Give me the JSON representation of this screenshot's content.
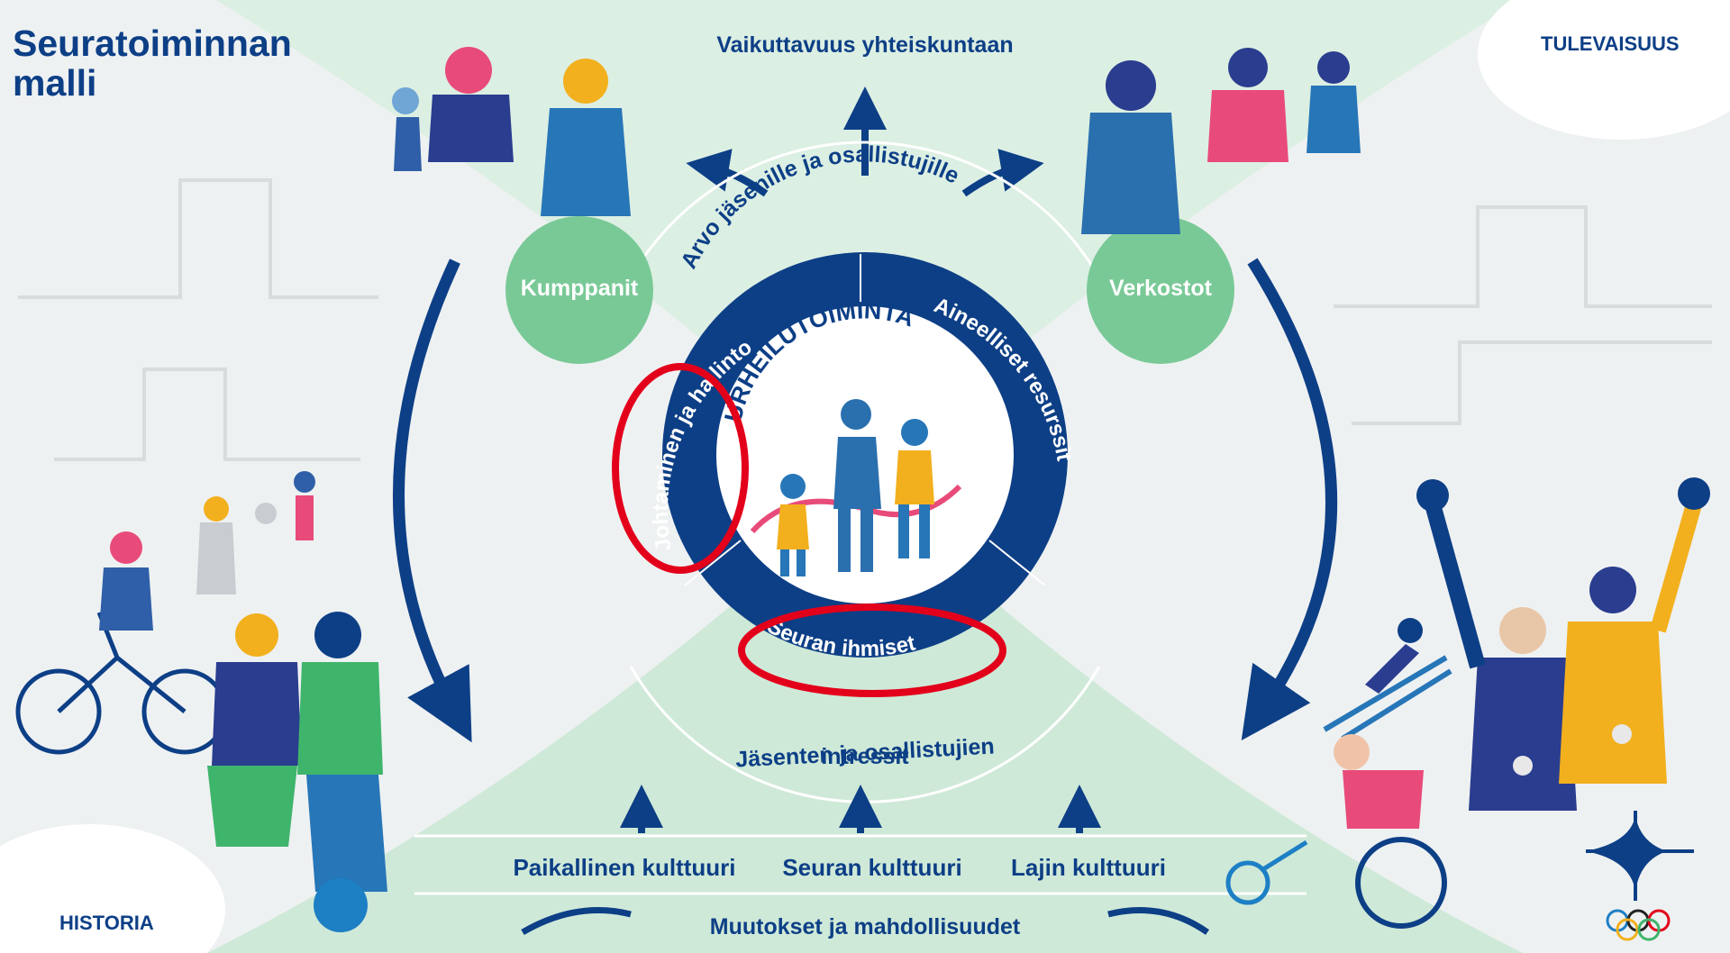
{
  "title": "Seuratoiminnan malli",
  "corners": {
    "left": "HISTORIA",
    "right": "TULEVAISUUS"
  },
  "top_label": "Vaikuttavuus yhteiskuntaan",
  "bottom_label": "Muutokset ja mahdollisuudet",
  "partners": "Kumppanit",
  "networks": "Verkostot",
  "value_arc": "Arvo jäsenille ja osallistujille",
  "interests": {
    "line1": "Jäsenten ja osallistujien",
    "line2": "intressit"
  },
  "ring": {
    "leadership": "Johtaminen ja hallinto",
    "resources": "Aineelliset resurssit",
    "people": "Seuran ihmiset"
  },
  "core": "URHEILUTOIMINTA",
  "cultures": [
    "Paikallinen kulttuuri",
    "Seuran kulttuuri",
    "Lajin kulttuuri"
  ],
  "colors": {
    "navy": "#0d3f86",
    "green": "#79c997",
    "light_green": "#cfe9d8",
    "highlight": "#e3001b"
  }
}
